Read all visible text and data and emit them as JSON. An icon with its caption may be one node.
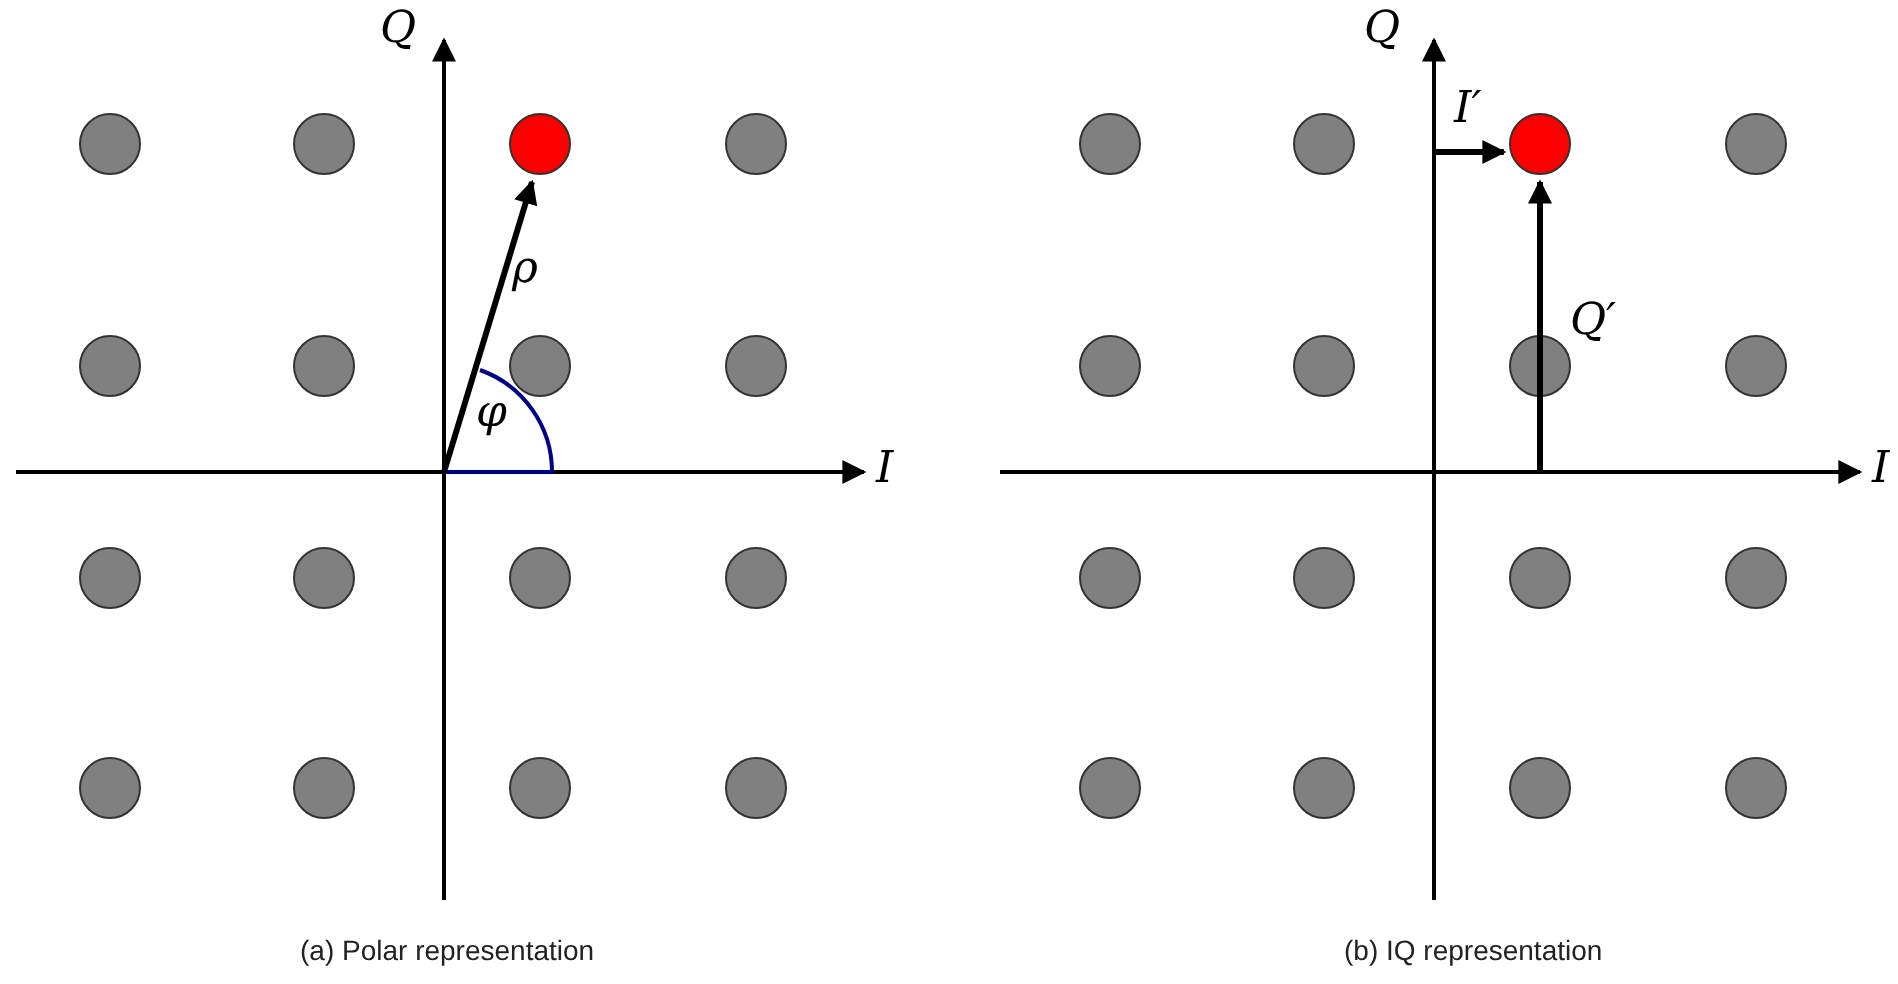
{
  "diagram": {
    "labels": [
      "Q",
      "ρ",
      "φ",
      "I",
      "(a) Polar representation",
      "Q",
      "I′",
      "Q′",
      "I",
      "(b) IQ representation"
    ]
  }
}
